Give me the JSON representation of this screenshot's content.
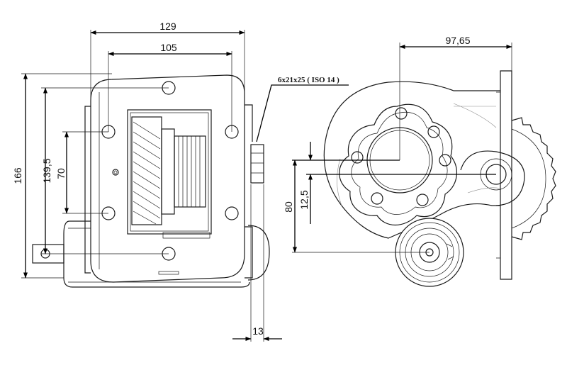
{
  "dimensions": {
    "overall_width": "129",
    "bolt_spacing_horizontal": "105",
    "overall_height": "166",
    "bolt_spacing_vertical": "139,5",
    "inner_bolt_spacing": "70",
    "shaft_protrusion": "13",
    "side_view_width": "97,65",
    "center_distance": "80",
    "offset": "12,5"
  },
  "annotations": {
    "shaft_spec": "6x21x25 ( ISO 14 )"
  },
  "colors": {
    "line": "#1a1a1a",
    "dimension": "#000000"
  }
}
